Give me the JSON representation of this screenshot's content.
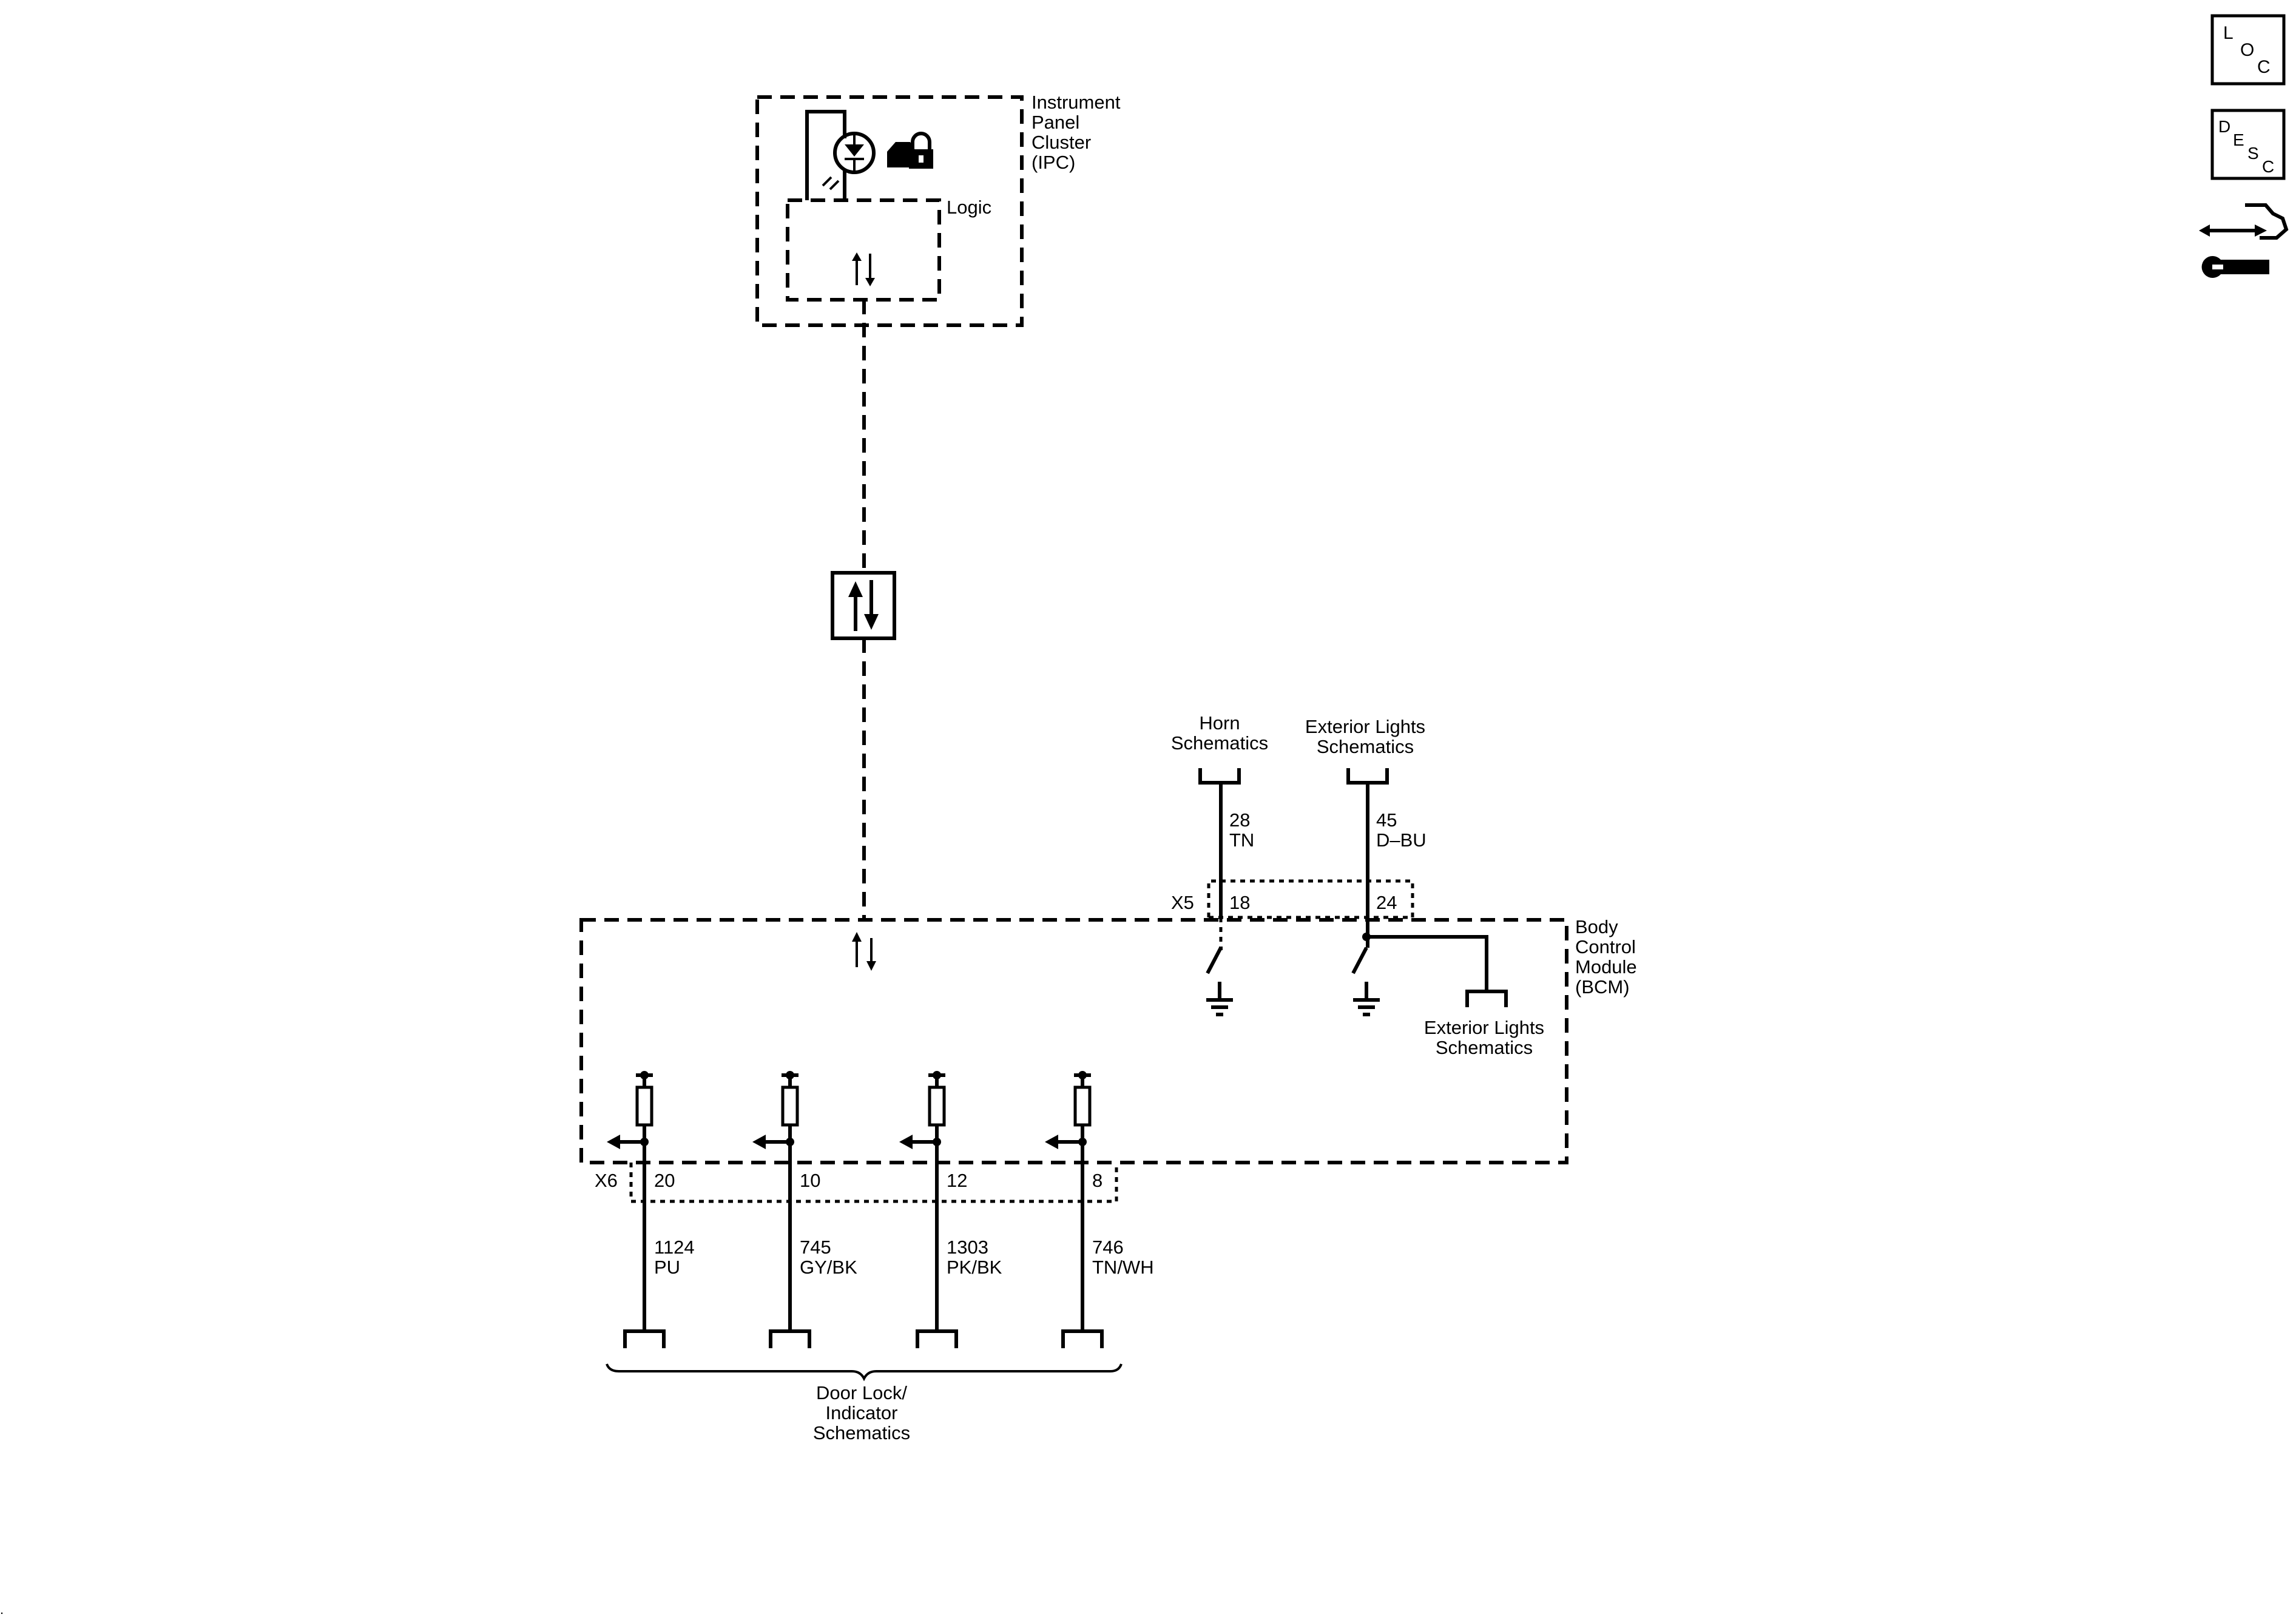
{
  "ipc": {
    "label": [
      "Instrument",
      "Panel",
      "Cluster",
      "(IPC)"
    ],
    "logic_label": "Logic"
  },
  "bcm": {
    "label": [
      "Body",
      "Control",
      "Module",
      "(BCM)"
    ]
  },
  "connectors": {
    "x5": "X5",
    "x6": "X6"
  },
  "horn": {
    "label": [
      "Horn",
      "Schematics"
    ],
    "circuit": "28",
    "color": "TN",
    "pin": "18"
  },
  "exterior_lights_top": {
    "label": [
      "Exterior Lights",
      "Schematics"
    ],
    "circuit": "45",
    "color": "D–BU",
    "pin": "24"
  },
  "exterior_lights_branch": {
    "label": [
      "Exterior Lights",
      "Schematics"
    ]
  },
  "door_outputs": [
    {
      "pin": "20",
      "circuit": "1124",
      "color": "PU"
    },
    {
      "pin": "10",
      "circuit": "745",
      "color": "GY/BK"
    },
    {
      "pin": "12",
      "circuit": "1303",
      "color": "PK/BK"
    },
    {
      "pin": "8",
      "circuit": "746",
      "color": "TN/WH"
    }
  ],
  "door_lock": {
    "label": [
      "Door Lock/",
      "Indicator",
      "Schematics"
    ]
  },
  "side_icons": {
    "loc": [
      "L",
      "O",
      "C"
    ],
    "desc": [
      "D",
      "E",
      "S",
      "C"
    ],
    "service": "connector-service-icon"
  }
}
